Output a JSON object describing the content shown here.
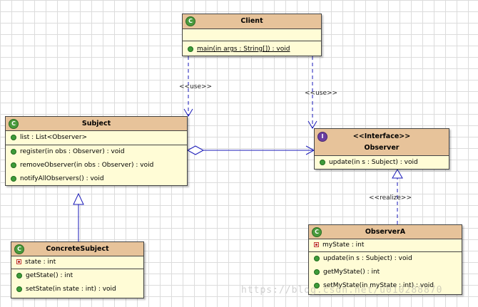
{
  "classes": {
    "client": {
      "name": "Client",
      "methods": [
        "main(in args : String[]) : void"
      ]
    },
    "subject": {
      "name": "Subject",
      "attributes": [
        "list : List<Observer>"
      ],
      "methods": [
        "register(in obs : Observer) : void",
        "removeObserver(in obs : Observer) : void",
        "notifyAllObservers() : void"
      ]
    },
    "observer": {
      "stereotype": "<<Interface>>",
      "name": "Observer",
      "methods": [
        "update(in s : Subject) : void"
      ]
    },
    "concrete_subject": {
      "name": "ConcreteSubject",
      "attributes": [
        "state : int"
      ],
      "methods": [
        "getState() : int",
        "setState(in state : int) : void"
      ]
    },
    "observer_a": {
      "name": "ObserverA",
      "attributes": [
        "myState : int"
      ],
      "methods": [
        "update(in s : Subject) : void",
        "getMyState() : int",
        "setMyState(in myState : int) : void"
      ]
    }
  },
  "relations": {
    "use_label_1": "<<use>>",
    "use_label_2": "<<use>>",
    "realize_label": "<<realize>>"
  },
  "icons": {
    "class_icon": "class-icon",
    "interface_icon": "interface-icon",
    "public_icon": "public-method-icon",
    "private_icon": "private-field-icon"
  },
  "colors": {
    "header": "#e7c39a",
    "body": "#fffcd6",
    "connector": "#1a1ab8"
  },
  "watermark": "https://blog.csdn.net/u010288870"
}
